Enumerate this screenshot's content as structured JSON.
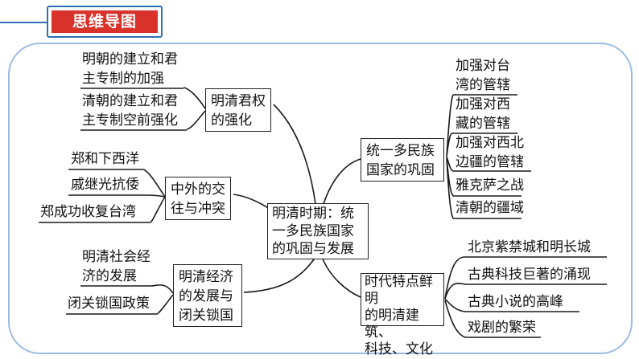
{
  "title": "思维导图",
  "center": {
    "lines": [
      "明清时期：统",
      "一多民族国家",
      "的巩固与发展"
    ]
  },
  "branches": {
    "power": {
      "label": [
        "明清君权",
        "的强化"
      ],
      "items": [
        {
          "lines": [
            "明朝的建立和君",
            "主专制的加强"
          ]
        },
        {
          "lines": [
            "清朝的建立和君",
            "主专制空前强化"
          ]
        }
      ]
    },
    "foreign": {
      "label": [
        "中外的交",
        "往与冲突"
      ],
      "items": [
        {
          "lines": [
            "郑和下西洋"
          ]
        },
        {
          "lines": [
            "戚继光抗倭"
          ]
        },
        {
          "lines": [
            "郑成功收复台湾"
          ]
        }
      ]
    },
    "economy": {
      "label": [
        "明清经济",
        "的发展与",
        "闭关锁国"
      ],
      "items": [
        {
          "lines": [
            "明清社会经",
            "济的发展"
          ]
        },
        {
          "lines": [
            "闭关锁国政策"
          ]
        }
      ]
    },
    "unity": {
      "label": [
        "统一多民族",
        "国家的巩固"
      ],
      "items": [
        {
          "lines": [
            "加强对台",
            "湾的管辖"
          ]
        },
        {
          "lines": [
            "加强对西",
            "藏的管辖"
          ]
        },
        {
          "lines": [
            "加强对西北",
            "边疆的管辖"
          ]
        },
        {
          "lines": [
            "雅克萨之战"
          ]
        },
        {
          "lines": [
            "清朝的疆域"
          ]
        }
      ]
    },
    "culture": {
      "label": [
        "时代特点鲜明",
        "的明清建筑、",
        "科技、文化"
      ],
      "items": [
        {
          "lines": [
            "北京紫禁城和明长城"
          ]
        },
        {
          "lines": [
            "古典科技巨著的涌现"
          ]
        },
        {
          "lines": [
            "古典小说的高峰"
          ]
        },
        {
          "lines": [
            "戏剧的繁荣"
          ]
        }
      ]
    }
  },
  "colors": {
    "title_bg": "#d9322b",
    "title_border": "#2f6fb5",
    "frame": "#9bbbe3"
  }
}
